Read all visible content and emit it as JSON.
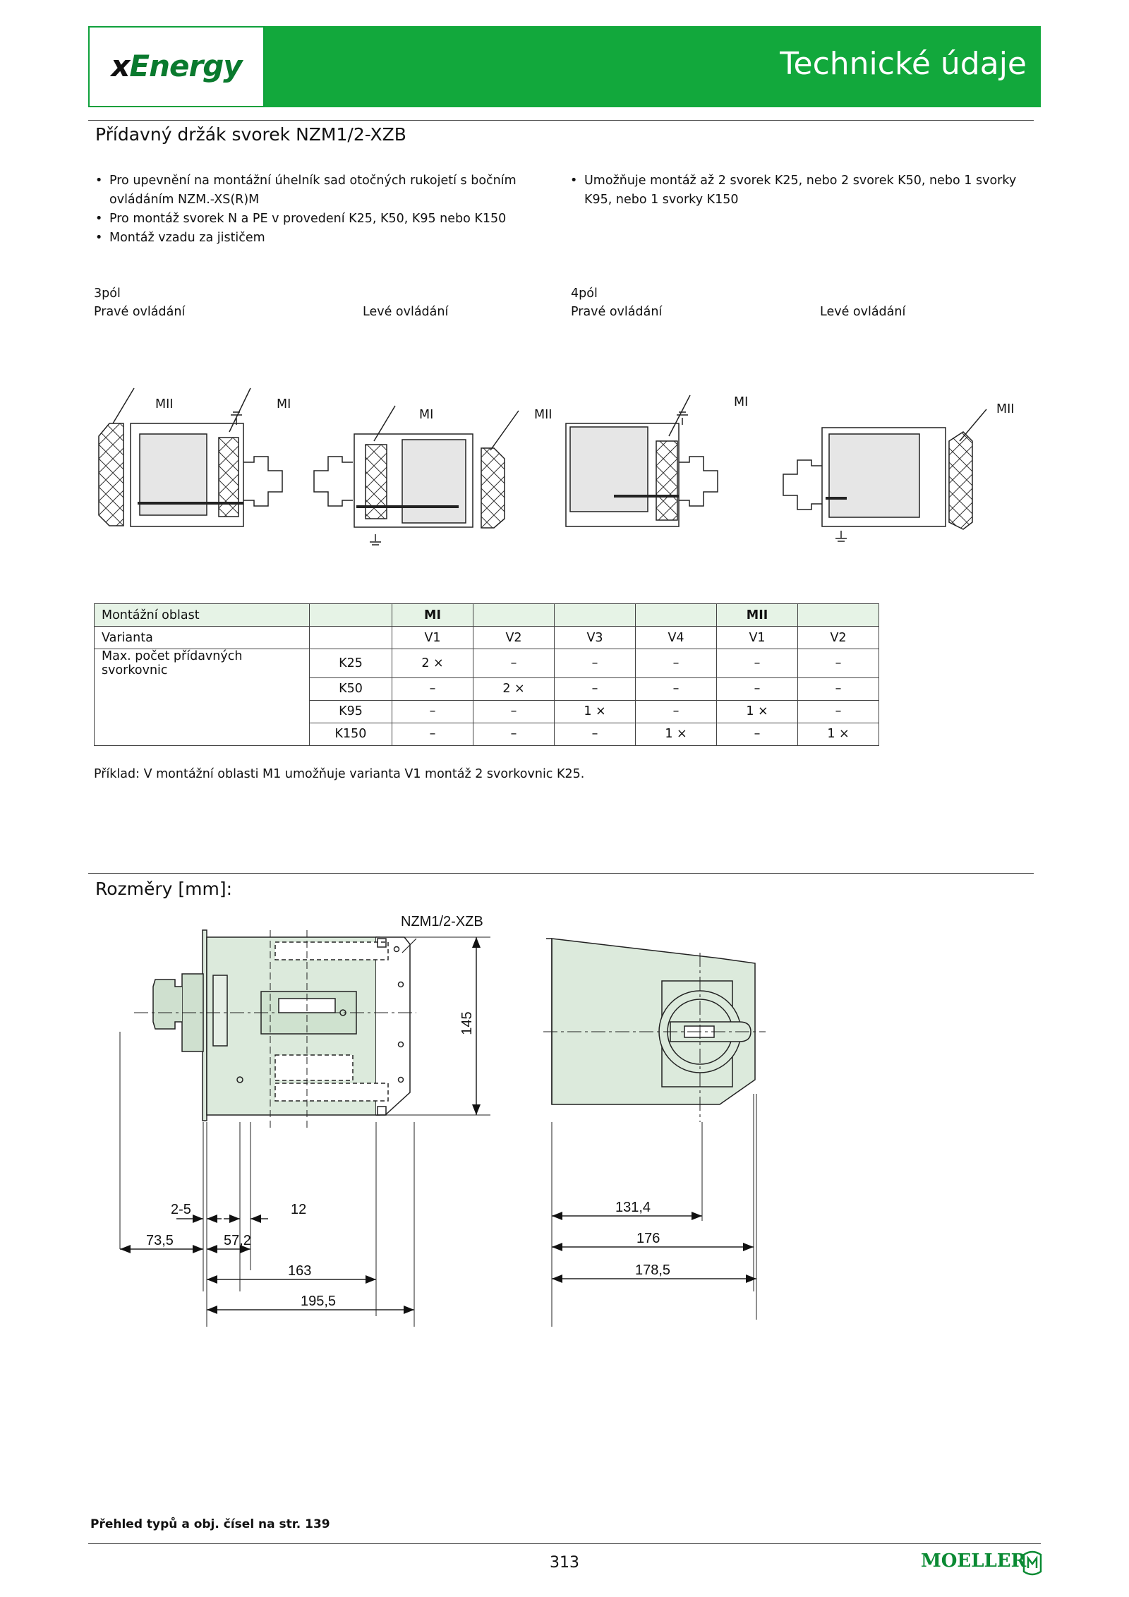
{
  "header": {
    "logo_prefix": "x",
    "logo_word": "Energy",
    "title": "Technické údaje",
    "brand_color": "#12a83c"
  },
  "section": {
    "title": "Přídavný držák svorek NZM1/2-XZB",
    "bullets_left": [
      "Pro upevnění na montážní úhelník sad otočných rukojetí s bočním ovládáním NZM.-XS(R)M",
      "Pro montáž svorek N a PE v provedení K25, K50, K95 nebo K150",
      "Montáž vzadu za jističem"
    ],
    "bullets_right": [
      "Umožňuje montáž až 2 svorek K25, nebo 2 svorek K50, nebo 1 svorky K95, nebo 1 svorky K150"
    ]
  },
  "schematics": {
    "group_3pol": "3pól",
    "group_4pol": "4pól",
    "right_op": "Pravé ovládání",
    "left_op": "Levé ovládání",
    "label_mi": "MI",
    "label_mii": "MII"
  },
  "table": {
    "rows": {
      "mount_area": "Montážní oblast",
      "variant": "Varianta",
      "max_count": "Max. počet přídavných svorkovnic"
    },
    "areas": [
      "MI",
      "MII"
    ],
    "variants": [
      "V1",
      "V2",
      "V3",
      "V4",
      "V1",
      "V2"
    ],
    "terminals": [
      {
        "name": "K25",
        "values": [
          "2 ×",
          "–",
          "–",
          "–",
          "–",
          "–"
        ]
      },
      {
        "name": "K50",
        "values": [
          "–",
          "2 ×",
          "–",
          "–",
          "–",
          "–"
        ]
      },
      {
        "name": "K95",
        "values": [
          "–",
          "–",
          "1 ×",
          "–",
          "1 ×",
          "–"
        ]
      },
      {
        "name": "K150",
        "values": [
          "–",
          "–",
          "–",
          "1 ×",
          "–",
          "1 ×"
        ]
      }
    ]
  },
  "example": "Příklad: V montážní oblasti M1 umožňuje varianta V1 montáž 2 svorkovnic K25.",
  "dimensions": {
    "title": "Rozměry [mm]:",
    "part_label": "NZM1/2-XZB",
    "height": "145",
    "d_2_5": "2-5",
    "d_12": "12",
    "d_73_5": "73,5",
    "d_57_2": "57,2",
    "d_163": "163",
    "d_195_5": "195,5",
    "d_131_4": "131,4",
    "d_176": "176",
    "d_178_5": "178,5"
  },
  "footer": {
    "ref": "Přehled typů a obj. čísel na str. 139",
    "page": "313",
    "brand": "MOELLER"
  }
}
